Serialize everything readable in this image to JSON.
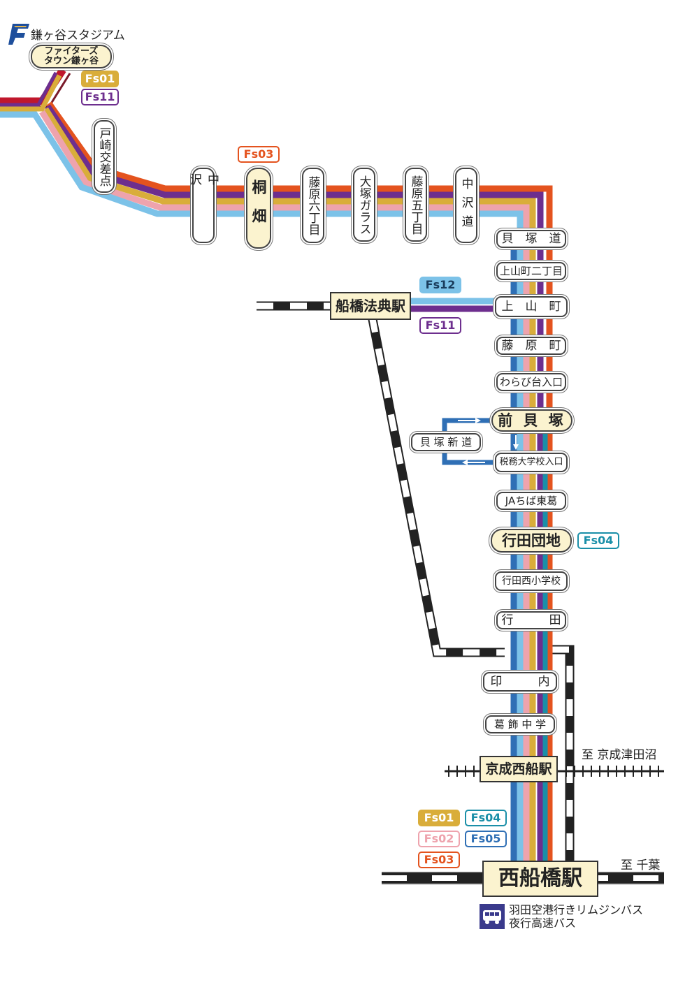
{
  "colors": {
    "red": "#c0172c",
    "orange": "#e4531e",
    "gold": "#d9ad3a",
    "purple": "#6d2e8e",
    "pink": "#eea3ad",
    "lightblue": "#7cc2e8",
    "teal": "#1a8fa8",
    "blue": "#2f6fb5"
  },
  "header": {
    "stadium": "鎌ヶ谷スタジアム",
    "logo_icon": "fighters-logo-icon"
  },
  "stops": {
    "fighters_town": "ファイターズ\nタウン鎌ヶ谷",
    "tozaki": "戸崎交差点",
    "nakazawa": "中沢",
    "kirihata": "桐畑",
    "fujiwara6": "藤原六丁目",
    "otsuka_glass": "大塚ガラス",
    "fujiwara5": "藤原五丁目",
    "nakazawa_michi": "中沢道",
    "kaizuka_michi": "貝　塚　道",
    "kamiyama2": "上山町二丁目",
    "kamiyama": "上　山　町",
    "fujiwara": "藤　原　町",
    "warabidai": "わらび台入口",
    "maekaizuka": "前 貝 塚",
    "kaizuka_shindo": "貝 塚 新 道",
    "zeimu": "税務大学校入口",
    "ja": "JAちば東葛",
    "gyoda_danchi": "行田団地",
    "gyoda_nishi": "行田西小学校",
    "gyoda": "行　　　田",
    "innai": "印　　　内",
    "katsushika": "葛 飾 中 学"
  },
  "stations": {
    "hoten": "船橋法典駅",
    "keisei": "京成西船駅",
    "nishifunabashi": "西船橋駅"
  },
  "labels": {
    "to_tsudanuma": "至 京成津田沼",
    "to_chiba": "至 千葉"
  },
  "routes": {
    "top_fs01": "Fs01",
    "top_fs11": "Fs11",
    "kirihata_fs03": "Fs03",
    "hoten_fs12": "Fs12",
    "hoten_fs11": "Fs11",
    "danchi_fs04": "Fs04",
    "b_fs01": "Fs01",
    "b_fs04": "Fs04",
    "b_fs02": "Fs02",
    "b_fs05": "Fs05",
    "b_fs03": "Fs03"
  },
  "footer": {
    "bus_icon": "bus-icon",
    "line1": "羽田空港行きリムジンバス",
    "line2": "夜行高速バス"
  }
}
